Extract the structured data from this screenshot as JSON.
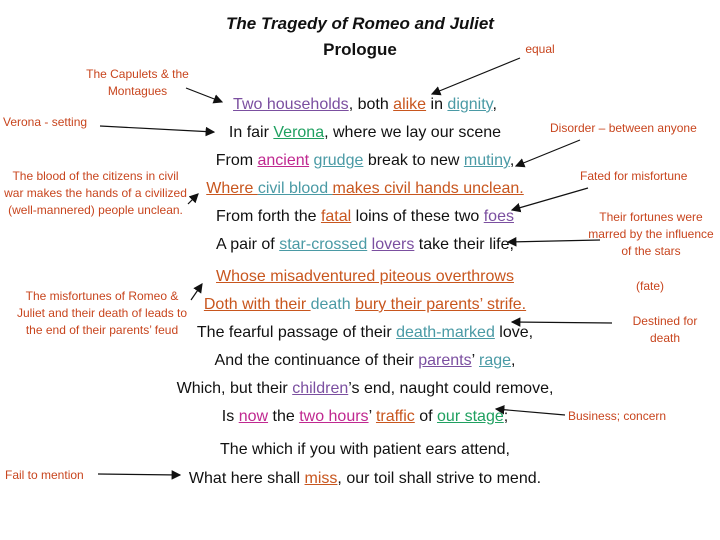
{
  "title": "The Tragedy of Romeo and Juliet",
  "subtitle": "Prologue",
  "colors": {
    "purple": "#7b4fa0",
    "orange": "#c8561e",
    "teal": "#4a9aa5",
    "green": "#1fa060",
    "magenta": "#c02890",
    "annotation": "#c8451e"
  },
  "lines": [
    [
      {
        "t": "Two households",
        "c": "purple",
        "u": true
      },
      {
        "t": ", both "
      },
      {
        "t": "alike",
        "c": "orange",
        "u": true
      },
      {
        "t": " in "
      },
      {
        "t": "dignity",
        "c": "teal",
        "u": true
      },
      {
        "t": ","
      }
    ],
    [
      {
        "t": "In fair "
      },
      {
        "t": "Verona",
        "c": "green",
        "u": true
      },
      {
        "t": ", where we lay our scene"
      }
    ],
    [
      {
        "t": "From "
      },
      {
        "t": "ancient",
        "c": "magenta",
        "u": true
      },
      {
        "t": " "
      },
      {
        "t": "grudge",
        "c": "teal",
        "u": true
      },
      {
        "t": " break to new "
      },
      {
        "t": "mutiny",
        "c": "teal",
        "u": true
      },
      {
        "t": ","
      }
    ],
    [
      {
        "t": "Where ",
        "c": "orange",
        "u": true
      },
      {
        "t": "civil blood ",
        "c": "teal",
        "u": true
      },
      {
        "t": "makes civil hands unclean.",
        "c": "orange",
        "u": true
      }
    ],
    [
      {
        "t": "From forth the "
      },
      {
        "t": "fatal",
        "c": "orange",
        "u": true
      },
      {
        "t": " loins of these two "
      },
      {
        "t": "foes",
        "c": "purple",
        "u": true
      }
    ],
    [
      {
        "t": "A pair of "
      },
      {
        "t": "star-crossed",
        "c": "teal",
        "u": true
      },
      {
        "t": " "
      },
      {
        "t": "lovers",
        "c": "purple",
        "u": true
      },
      {
        "t": " take their life;"
      }
    ],
    [
      {
        "t": "Whose misadventured piteous overthrows",
        "c": "orange",
        "u": true
      }
    ],
    [
      {
        "t": "Doth with their ",
        "c": "orange",
        "u": true
      },
      {
        "t": "death ",
        "c": "teal"
      },
      {
        "t": "bury their parents’ strife.",
        "c": "orange",
        "u": true
      }
    ],
    [
      {
        "t": "The fearful passage of their "
      },
      {
        "t": "death-marked",
        "c": "teal",
        "u": true
      },
      {
        "t": " love,"
      }
    ],
    [
      {
        "t": "And the continuance of their "
      },
      {
        "t": "parents",
        "c": "purple",
        "u": true
      },
      {
        "t": "’ "
      },
      {
        "t": "rage",
        "c": "teal",
        "u": true
      },
      {
        "t": ","
      }
    ],
    [
      {
        "t": "Which, but their "
      },
      {
        "t": "children",
        "c": "purple",
        "u": true
      },
      {
        "t": "’s end, naught could remove,"
      }
    ],
    [
      {
        "t": "Is "
      },
      {
        "t": "now",
        "c": "magenta",
        "u": true
      },
      {
        "t": " the "
      },
      {
        "t": "two hours",
        "c": "magenta",
        "u": true
      },
      {
        "t": "’ "
      },
      {
        "t": "traffic",
        "c": "orange",
        "u": true
      },
      {
        "t": " of "
      },
      {
        "t": "our stage",
        "c": "green",
        "u": true
      },
      {
        "t": ";"
      }
    ],
    [
      {
        "t": "The which if you with patient ears attend,"
      }
    ],
    [
      {
        "t": "What here shall "
      },
      {
        "t": "miss",
        "c": "orange",
        "u": true
      },
      {
        "t": ", our toil shall strive to mend."
      }
    ]
  ],
  "annotations": {
    "equal": "equal",
    "capulets": "The Capulets & the Montagues",
    "verona": "Verona - setting",
    "disorder": "Disorder – between anyone",
    "blood": "The blood of the citizens in civil war makes the hands of a civilized (well-mannered) people unclean.",
    "fated": "Fated for misfortune",
    "fortunes": "Their fortunes were marred by the influence of the stars",
    "fate": "(fate)",
    "misfortunes": "The misfortunes of Romeo & Juliet and their death of leads to the end of their parents’ feud",
    "destined": "Destined for death",
    "business": "Business; concern",
    "fail": "Fail to mention"
  }
}
